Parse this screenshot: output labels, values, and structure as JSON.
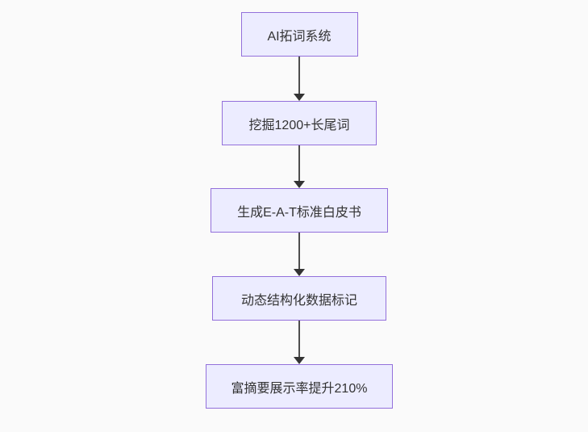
{
  "canvas": {
    "background": "#fafafa"
  },
  "flowchart": {
    "type": "flowchart",
    "direction": "top-down",
    "colors": {
      "node_fill": "#ececff",
      "node_border": "#9370db",
      "text": "#333333",
      "arrow": "#333333"
    },
    "nodes": [
      {
        "label": "AI拓词系统"
      },
      {
        "label": "挖掘1200+长尾词"
      },
      {
        "label": "生成E-A-T标准白皮书"
      },
      {
        "label": "动态结构化数据标记"
      },
      {
        "label": "富摘要展示率提升210%"
      }
    ],
    "connections": [
      {
        "from": 0,
        "to": 1
      },
      {
        "from": 1,
        "to": 2
      },
      {
        "from": 2,
        "to": 3
      },
      {
        "from": 3,
        "to": 4
      }
    ]
  }
}
